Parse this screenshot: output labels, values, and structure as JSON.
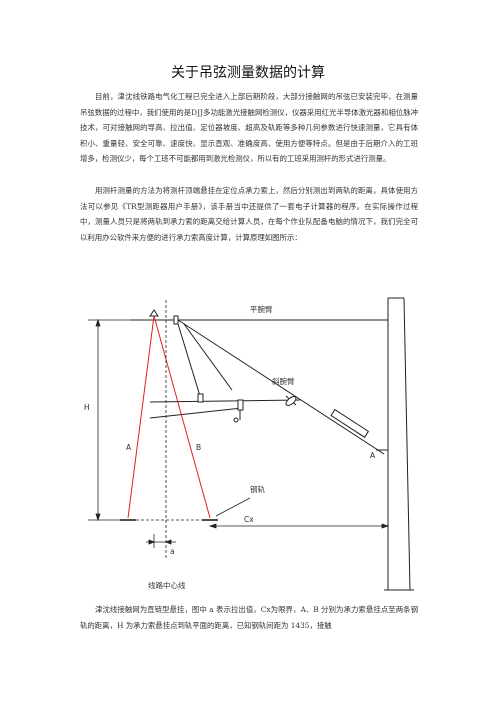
{
  "document": {
    "title": "关于吊弦测量数据的计算",
    "paragraphs": [
      "目前，津沈线铁路电气化工程已完全进入上部后期阶段，大部分接触网的吊弦已安装完毕，在测量吊弦数据的过程中，我们使用的是DJJ多功能激光接触网检测仪，仪器采用红光半导体激光器和相位脉冲技术，可对接触网的导高、拉出值、定位器坡度、超高及轨距等多种几何参数进行快速测量，它具有体积小、重量轻、安全可靠、速度快、显示直观、准确度高、使用方便等特点。但是由于后期介入的工班增多，检测仪少，每个工班不可能都用到激光检测仪，所以有的工班采用测杆的形式进行测量。",
      "用测杆测量的方法为将测杆顶端悬挂在定位点承力索上，然后分别测出到两轨的距离，具体使用方法可以参见《TR型测距器用户手册》，该手册当中还提供了一套电子计算器的程序。在实际操作过程中，测量人员只是将两轨到承力索的距离交给计算人员，在每个作业队配备电脑的情况下，我们完全可以利用办公软件来方便的进行承力索高度计算，计算原理如图所示：",
      "津沈线接触网为直链型悬挂，图中 a 表示拉出值，Cx为限界，A、B 分别为承力索悬挂点至两条钢轨的距离，H 为承力索悬挂点到轨平面的距离，已知钢轨间距为 1435，接触"
    ]
  },
  "diagram": {
    "labels": {
      "flat_arm": "平腕臂",
      "oblique_arm": "斜腕臂",
      "rail": "钢轨",
      "H": "H",
      "A": "A",
      "B": "B",
      "Cx": "Cx",
      "a": "a",
      "centerline": "线路中心线",
      "insulator_A": "A"
    },
    "colors": {
      "line": "#222222",
      "measure": "#e02020",
      "dashed": "#222222"
    }
  }
}
